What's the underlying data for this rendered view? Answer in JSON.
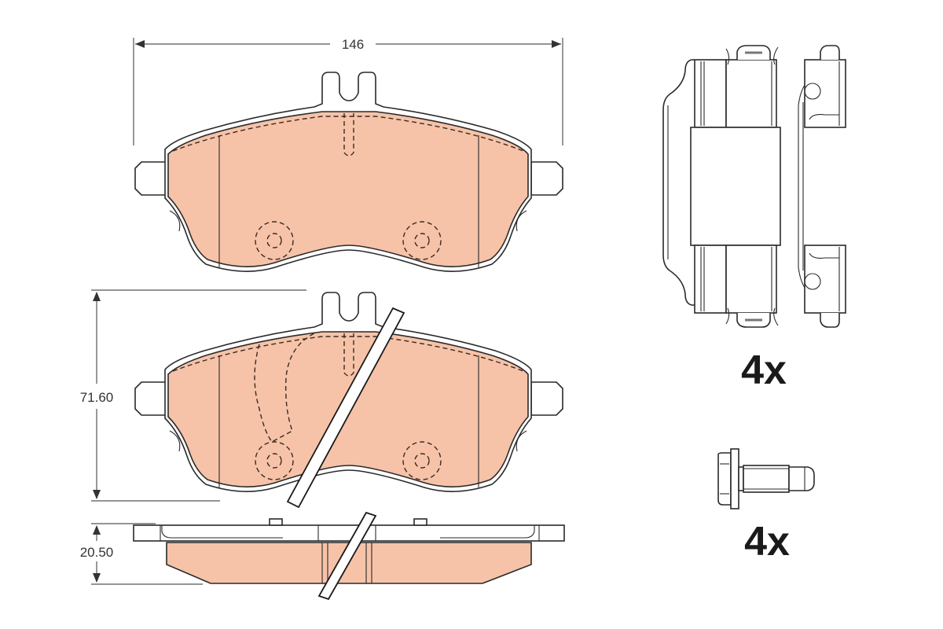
{
  "diagram": {
    "type": "technical-drawing",
    "subject": "disc brake pad set with accessory kit",
    "colors": {
      "pad_fill": "#f6c3a8",
      "line": "#2a2a2a",
      "background": "#ffffff"
    },
    "dimensions": {
      "width_label": "146",
      "height_label": "71.60",
      "thickness_label": "20.50"
    },
    "views": [
      {
        "name": "pad-front-view",
        "features": [
          "friction-material",
          "mounting-tab",
          "piston-circles",
          "chamfer-lines"
        ]
      },
      {
        "name": "pad-front-view-with-wear-sensor",
        "features": [
          "wear-indicator-groove",
          "sensor-break-lines"
        ]
      },
      {
        "name": "pad-side-view",
        "features": [
          "backing-plate",
          "friction-layer",
          "center-slot"
        ]
      }
    ],
    "accessories": [
      {
        "name": "anti-rattle-spring-clip",
        "quantity_label": "4x"
      },
      {
        "name": "guide-bolt",
        "quantity_label": "4x"
      }
    ]
  }
}
